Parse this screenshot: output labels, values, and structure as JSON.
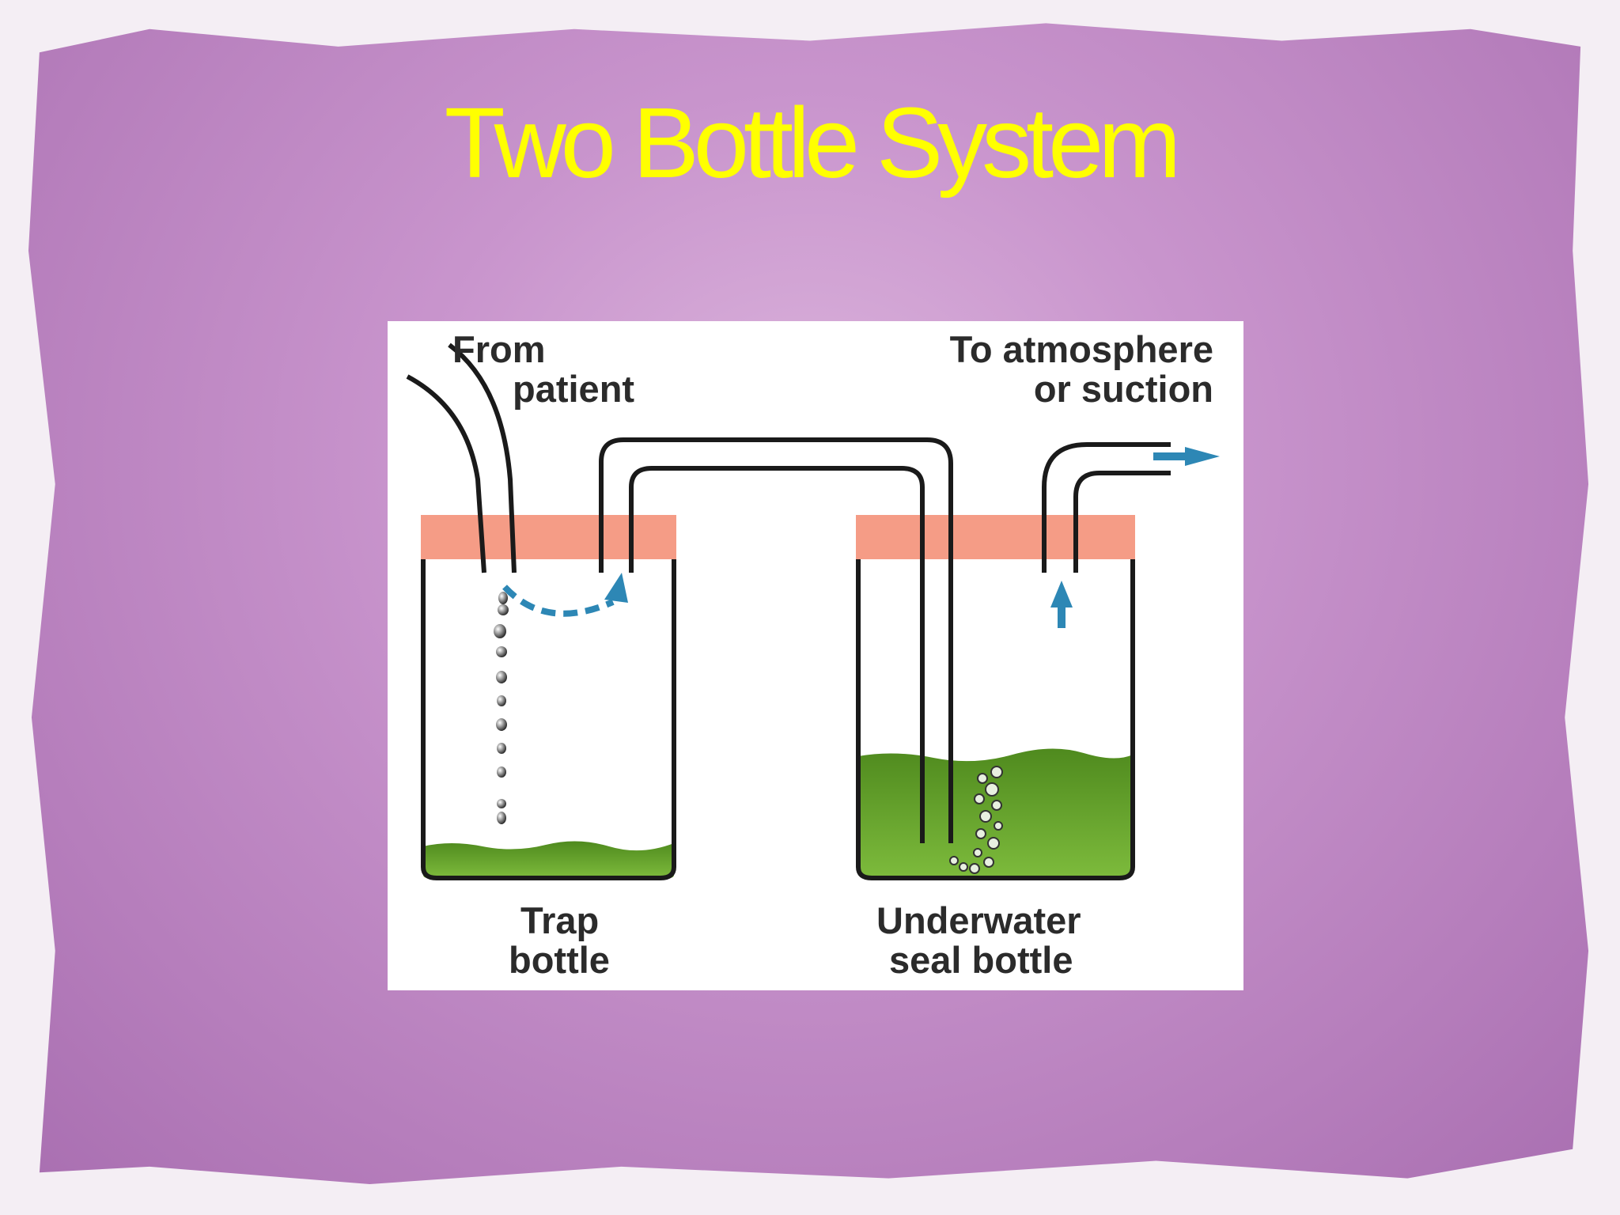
{
  "slide": {
    "title": "Two Bottle System",
    "title_color": "#ffff00",
    "background_color": "#c995cd"
  },
  "diagram": {
    "labels": {
      "from_line1": "From",
      "from_line2": "patient",
      "to_line1": "To atmosphere",
      "to_line2": "or suction",
      "trap_line1": "Trap",
      "trap_line2": "bottle",
      "seal_line1": "Underwater",
      "seal_line2": "seal bottle"
    },
    "colors": {
      "stopper": "#f59c86",
      "fluid": "#5e9a28",
      "flow_arrow": "#2d87b5",
      "outline": "#1a1a1a"
    }
  }
}
